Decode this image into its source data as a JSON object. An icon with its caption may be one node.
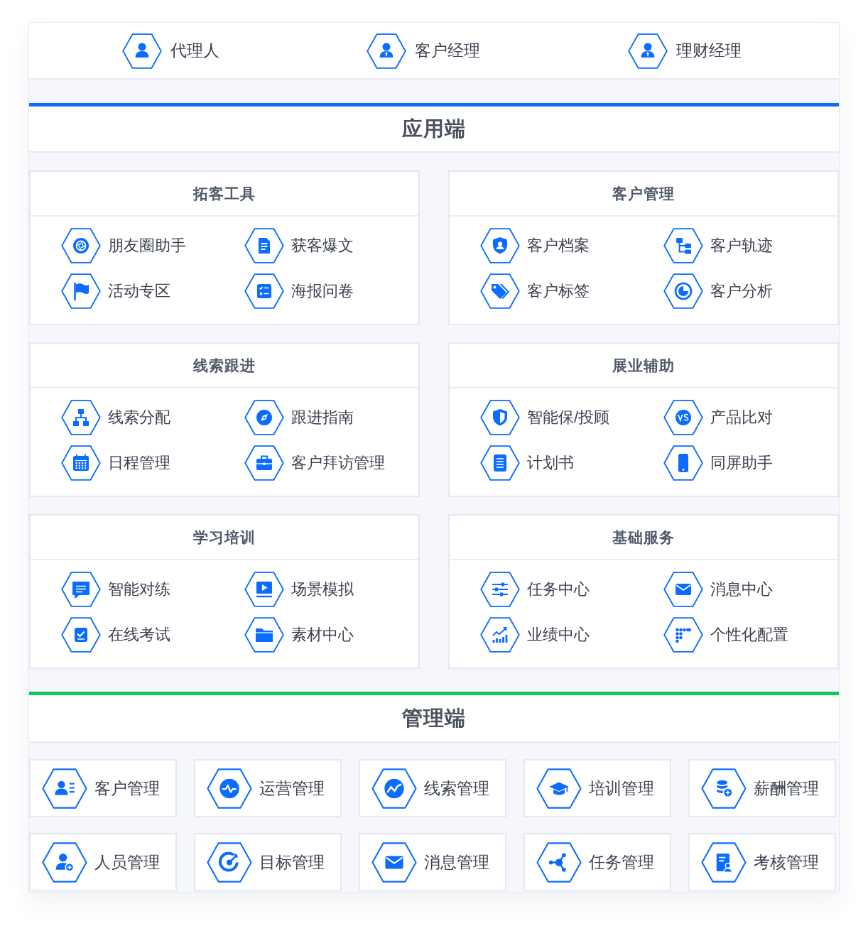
{
  "diagram": {
    "nodes": [
      {
        "text": [
          "代理人",
          "客户经理",
          "理财经理"
        ]
      },
      {
        "text": [
          "应用端"
        ]
      },
      {
        "text": [
          "拓客工具",
          "朋友圈助手",
          "获客爆文",
          "活动专区",
          "海报问卷"
        ]
      },
      {
        "text": [
          "客户管理",
          "客户档案",
          "客户轨迹",
          "客户标签",
          "客户分析"
        ]
      },
      {
        "text": [
          "线索跟进",
          "线索分配",
          "跟进指南",
          "日程管理",
          "客户拜访管理"
        ]
      },
      {
        "text": [
          "展业辅助",
          "智能保/投顾",
          "产品比对",
          "计划书",
          "同屏助手"
        ]
      },
      {
        "text": [
          "学习培训",
          "智能对练",
          "场景模拟",
          "在线考试",
          "素材中心"
        ]
      },
      {
        "text": [
          "基础服务",
          "任务中心",
          "消息中心",
          "业绩中心",
          "个性化配置"
        ]
      },
      {
        "text": [
          "管理端"
        ]
      },
      {
        "text": [
          "客户管理"
        ]
      },
      {
        "text": [
          "运营管理"
        ]
      },
      {
        "text": [
          "线索管理"
        ]
      },
      {
        "text": [
          "培训管理"
        ]
      },
      {
        "text": [
          "薪酬管理"
        ]
      },
      {
        "text": [
          "人员管理"
        ]
      },
      {
        "text": [
          "目标管理"
        ]
      },
      {
        "text": [
          "消息管理"
        ]
      },
      {
        "text": [
          "任务管理"
        ]
      },
      {
        "text": [
          "考核管理"
        ]
      }
    ]
  }
}
